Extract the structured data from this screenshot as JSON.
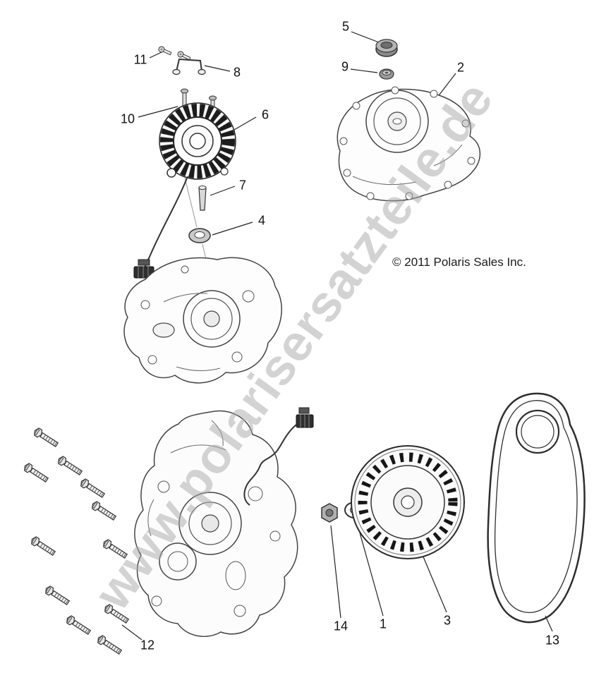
{
  "watermark": {
    "text": "www.polarisersatzteile.de"
  },
  "copyright": {
    "text": "© 2011 Polaris Sales Inc."
  },
  "callouts": [
    {
      "label": "5"
    },
    {
      "label": "9"
    },
    {
      "label": "2"
    },
    {
      "label": "11"
    },
    {
      "label": "8"
    },
    {
      "label": "10"
    },
    {
      "label": "6"
    },
    {
      "label": "7"
    },
    {
      "label": "4"
    },
    {
      "label": "12"
    },
    {
      "label": "14"
    },
    {
      "label": "1"
    },
    {
      "label": "3"
    },
    {
      "label": "13"
    }
  ],
  "colors": {
    "background": "#ffffff",
    "line_art": "#333333",
    "watermark": "#a9a9a9"
  }
}
